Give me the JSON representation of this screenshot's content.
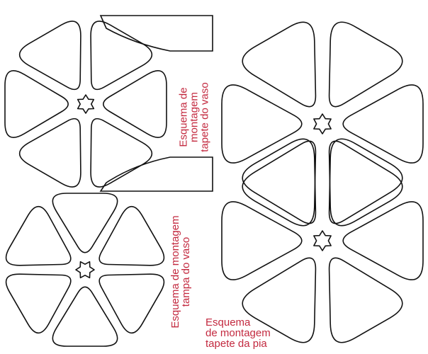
{
  "colors": {
    "label": "#c3293f",
    "outline": "#111111"
  },
  "labels": {
    "tapete_vaso": [
      "Esquema de",
      "montagem",
      "tapete do vaso"
    ],
    "tampa_vaso": [
      "Esquema de montagem",
      "tampa do vaso"
    ],
    "tapete_pia": [
      "Esquema",
      "de montagem",
      "tapete da pia"
    ]
  }
}
